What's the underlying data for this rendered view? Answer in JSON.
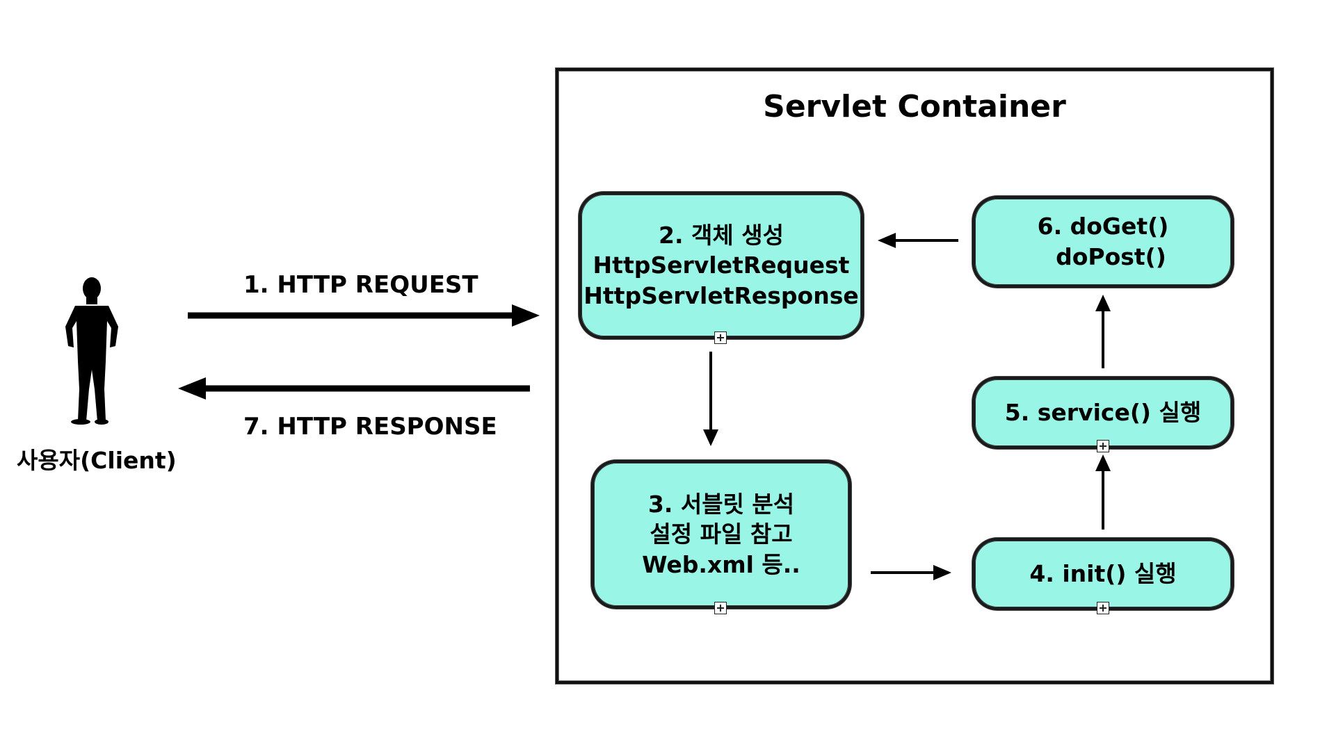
{
  "client": {
    "label": "사용자(Client)",
    "icon": "person-silhouette-icon"
  },
  "request_label": "1. HTTP REQUEST",
  "response_label": "7. HTTP RESPONSE",
  "container": {
    "title": "Servlet Container"
  },
  "nodes": {
    "create_objects": {
      "lines": [
        "2. 객체 생성",
        "HttpServletRequest",
        "HttpServletResponse"
      ]
    },
    "analyze": {
      "lines": [
        "3. 서블릿 분석",
        "설정 파일 참고",
        "Web.xml 등.."
      ]
    },
    "init": {
      "lines": [
        "4. init() 실행"
      ]
    },
    "service": {
      "lines": [
        "5. service() 실행"
      ]
    },
    "do_methods": {
      "lines": [
        "6. doGet()",
        "  doPost()"
      ]
    }
  },
  "colors": {
    "node_fill": "#99f5e6",
    "stroke": "#111111"
  }
}
